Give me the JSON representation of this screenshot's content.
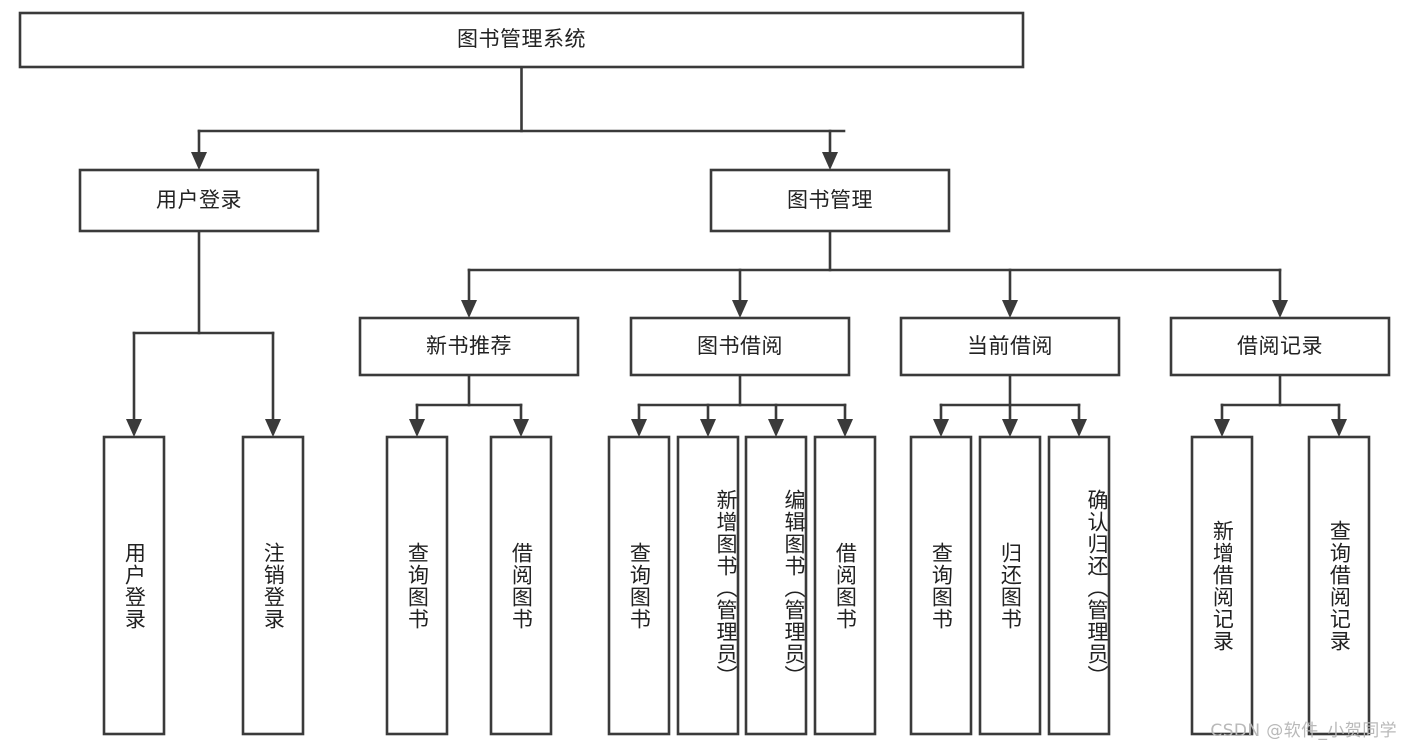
{
  "diagram": {
    "title": "图书管理系统",
    "watermark": "CSDN @软件_小贺同学",
    "stroke_color": "#3a3a3a",
    "text_color": "#222222",
    "background_color": "#ffffff",
    "levels": {
      "root": {
        "label": "图书管理系统"
      },
      "level2": [
        {
          "label": "用户登录"
        },
        {
          "label": "图书管理"
        }
      ],
      "level3": [
        {
          "label": "新书推荐"
        },
        {
          "label": "图书借阅"
        },
        {
          "label": "当前借阅"
        },
        {
          "label": "借阅记录"
        }
      ],
      "leaves": {
        "user_login": [
          {
            "label": "用户登录"
          },
          {
            "label": "注销登录"
          }
        ],
        "new_book_recommend": [
          {
            "label": "查询图书"
          },
          {
            "label": "借阅图书"
          }
        ],
        "book_borrow": [
          {
            "label": "查询图书"
          },
          {
            "label": "新增图书（管理员）"
          },
          {
            "label": "编辑图书（管理员）"
          },
          {
            "label": "借阅图书"
          }
        ],
        "current_borrow": [
          {
            "label": "查询图书"
          },
          {
            "label": "归还图书"
          },
          {
            "label": "确认归还（管理员）"
          }
        ],
        "borrow_record": [
          {
            "label": "新增借阅记录"
          },
          {
            "label": "查询借阅记录"
          }
        ]
      }
    },
    "chart_data": {
      "type": "tree",
      "title": "图书管理系统",
      "nodes": [
        {
          "id": "root",
          "label": "图书管理系统",
          "children": [
            {
              "id": "user-login",
              "label": "用户登录",
              "children": [
                {
                  "id": "user-login-login",
                  "label": "用户登录"
                },
                {
                  "id": "user-login-logout",
                  "label": "注销登录"
                }
              ]
            },
            {
              "id": "book-management",
              "label": "图书管理",
              "children": [
                {
                  "id": "new-book-recommend",
                  "label": "新书推荐",
                  "children": [
                    {
                      "id": "nbr-query",
                      "label": "查询图书"
                    },
                    {
                      "id": "nbr-borrow",
                      "label": "借阅图书"
                    }
                  ]
                },
                {
                  "id": "book-borrow",
                  "label": "图书借阅",
                  "children": [
                    {
                      "id": "bb-query",
                      "label": "查询图书"
                    },
                    {
                      "id": "bb-add",
                      "label": "新增图书（管理员）"
                    },
                    {
                      "id": "bb-edit",
                      "label": "编辑图书（管理员）"
                    },
                    {
                      "id": "bb-borrow",
                      "label": "借阅图书"
                    }
                  ]
                },
                {
                  "id": "current-borrow",
                  "label": "当前借阅",
                  "children": [
                    {
                      "id": "cb-query",
                      "label": "查询图书"
                    },
                    {
                      "id": "cb-return",
                      "label": "归还图书"
                    },
                    {
                      "id": "cb-confirm",
                      "label": "确认归还（管理员）"
                    }
                  ]
                },
                {
                  "id": "borrow-record",
                  "label": "借阅记录",
                  "children": [
                    {
                      "id": "br-add",
                      "label": "新增借阅记录"
                    },
                    {
                      "id": "br-query",
                      "label": "查询借阅记录"
                    }
                  ]
                }
              ]
            }
          ]
        }
      ]
    }
  }
}
